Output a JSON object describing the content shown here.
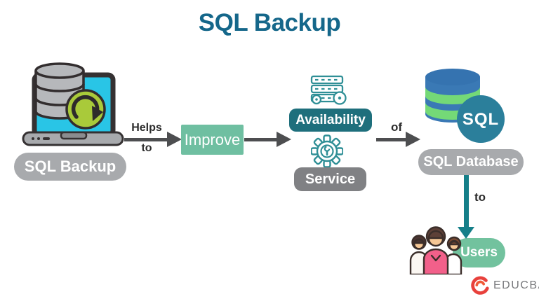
{
  "title": "SQL Backup",
  "flow": {
    "source": "SQL Backup",
    "helps": "Helps",
    "to": "to",
    "improve": "Improve",
    "availability": "Availability",
    "service": "Service",
    "of": "of",
    "sql_badge": "SQL",
    "database": "SQL Database",
    "to2": "to",
    "users": "Users"
  },
  "logo": {
    "text": "EDUCBA"
  },
  "colors": {
    "title": "#15678A",
    "improve_bg": "#6FBFA1",
    "availability_bg": "#1E6F7C",
    "service_bg": "#808184",
    "gray_pill": "#A8AAAD",
    "users_bg": "#72C29E",
    "arrow_gray": "#4D4E50",
    "arrow_teal": "#157F89",
    "icon_teal": "#2F8F96",
    "label": "#2B2B2B",
    "logo_red": "#E8413C",
    "logo_text": "#77787B",
    "screen_cyan": "#29C5E6"
  }
}
